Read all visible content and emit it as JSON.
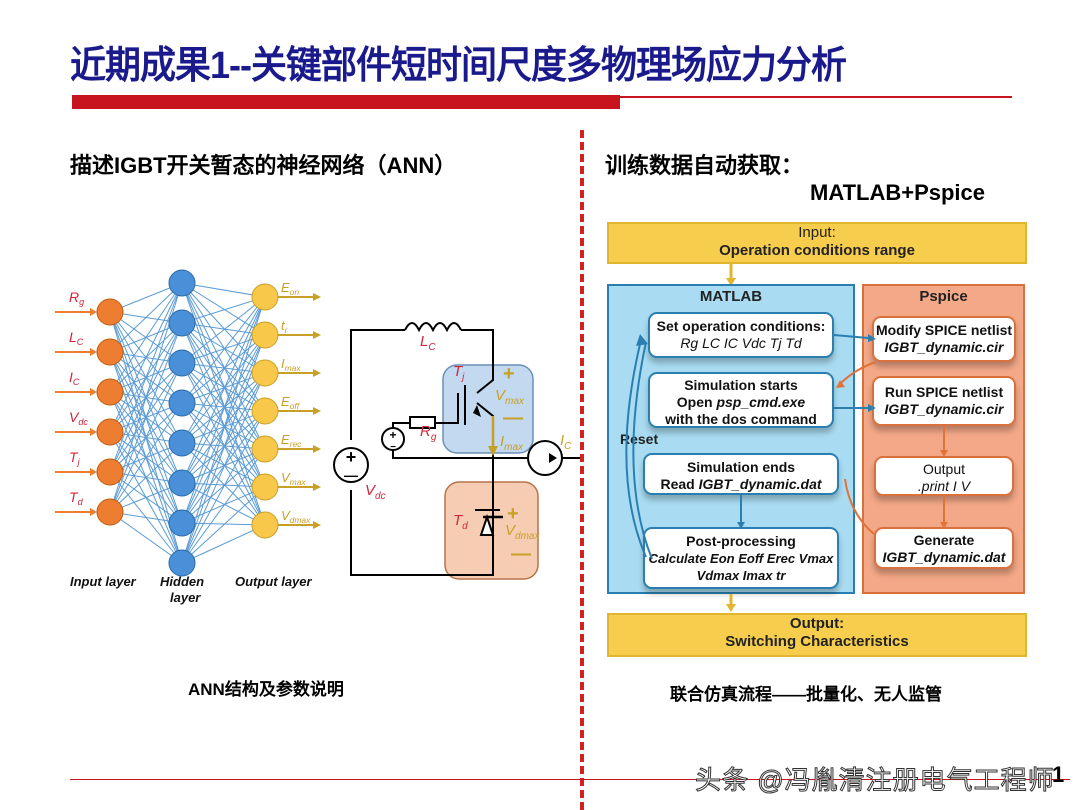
{
  "page": {
    "title": "近期成果1--关键部件短时间尺度多物理场应力分析",
    "page_number": "1",
    "watermark": "头条 @冯胤清注册电气工程师"
  },
  "left": {
    "heading": "描述IGBT开关暂态的神经网络（ANN）",
    "caption": "ANN结构及参数说明",
    "ann": {
      "colors": {
        "input": "#ed7d31",
        "hidden": "#4a90d9",
        "output": "#f7c84a",
        "edge": "#5b9bd5",
        "input_label": "#d0263a",
        "output_label": "#c8a028"
      },
      "inputs": [
        "Rg",
        "LC",
        "IC",
        "Vdc",
        "Tj",
        "Td"
      ],
      "inputs_rich": [
        [
          "R",
          "g"
        ],
        [
          "L",
          "C"
        ],
        [
          "I",
          "C"
        ],
        [
          "V",
          "dc"
        ],
        [
          "T",
          "j"
        ],
        [
          "T",
          "d"
        ]
      ],
      "hidden_count": 8,
      "outputs_rich": [
        [
          "E",
          "on"
        ],
        [
          "t",
          "r"
        ],
        [
          "I",
          "max"
        ],
        [
          "E",
          "off"
        ],
        [
          "E",
          "rec"
        ],
        [
          "V",
          "max"
        ],
        [
          "V",
          "dmax"
        ]
      ],
      "layer_labels": {
        "input": "Input layer",
        "hidden": "Hidden layer",
        "output": "Output layer"
      }
    },
    "circuit": {
      "labels": {
        "LC": [
          "L",
          "C"
        ],
        "Tj": [
          "T",
          "j"
        ],
        "Vmax": [
          "V",
          "max"
        ],
        "Rg": [
          "R",
          "g"
        ],
        "Imax": [
          "I",
          "max"
        ],
        "IC": [
          "I",
          "C"
        ],
        "Vdc": [
          "V",
          "dc"
        ],
        "Td": [
          "T",
          "d"
        ],
        "Vdmax": [
          "V",
          "dmax"
        ]
      },
      "plus": "+",
      "minus": "—"
    }
  },
  "right": {
    "heading": "训练数据自动获取：",
    "subheading": "MATLAB+Pspice",
    "caption": "联合仿真流程——批量化、无人监管",
    "flow": {
      "input_line1": "Input:",
      "input_line2": "Operation conditions range",
      "matlab_title": "MATLAB",
      "pspice_title": "Pspice",
      "reset": "Reset",
      "m1_title": "Set operation conditions:",
      "m1_params": "Rg LC IC Vdc Tj Td",
      "m2_title": "Simulation starts",
      "m2_l2a": "Open ",
      "m2_l2b": "psp_cmd.exe",
      "m2_l3": "with the dos command",
      "m3_title": "Simulation ends",
      "m3_l2a": "Read ",
      "m3_l2b": "IGBT_dynamic.dat",
      "m4_title": "Post-processing",
      "m4_l2": "Calculate Eon Eoff Erec Vmax",
      "m4_l3": "Vdmax Imax tr",
      "p1_title": "Modify SPICE netlist",
      "p1_l2": "IGBT_dynamic.cir",
      "p2_title": "Run SPICE netlist",
      "p2_l2": "IGBT_dynamic.cir",
      "p3_title": "Output",
      "p3_l2": ".print I V",
      "p4_title": "Generate",
      "p4_l2": "IGBT_dynamic.dat",
      "output_line1": "Output:",
      "output_line2": "Switching Characteristics"
    }
  }
}
